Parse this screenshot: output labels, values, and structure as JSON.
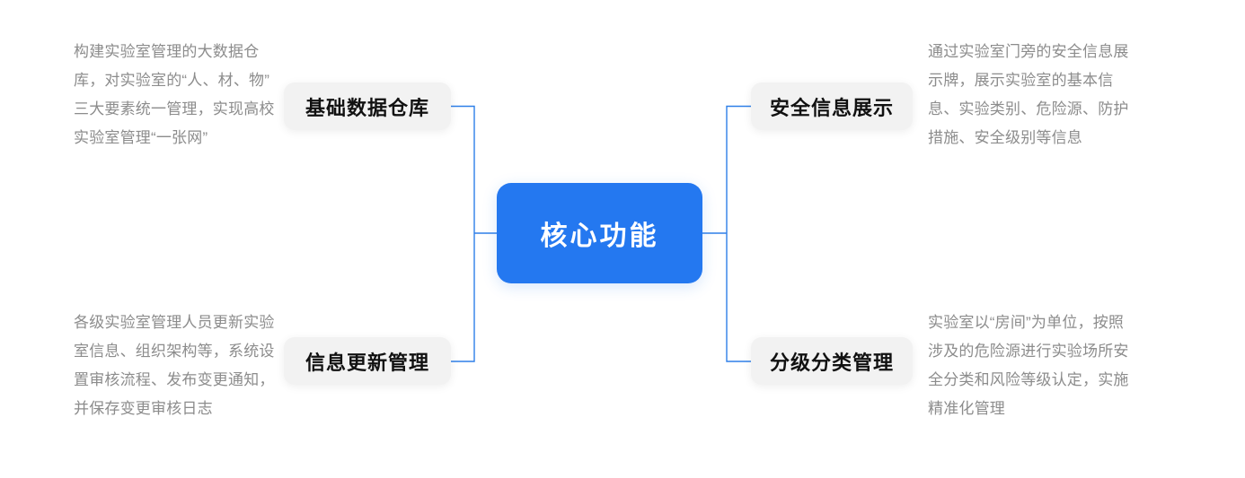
{
  "diagram": {
    "type": "mind-map",
    "center": {
      "label": "核心功能",
      "color": "#2478f0",
      "text_color": "#ffffff"
    },
    "node_style": {
      "fill": "#f2f2f2",
      "text_color": "#111111"
    },
    "connector_color": "#2e7fe8",
    "description_color": "#8c8c8c",
    "branches": [
      {
        "position": "top-left",
        "label": "基础数据仓库",
        "description": "构建实验室管理的大数据仓库，对实验室的“人、材、物”三大要素统一管理，实现高校实验室管理“一张网”"
      },
      {
        "position": "bottom-left",
        "label": "信息更新管理",
        "description": "各级实验室管理人员更新实验室信息、组织架构等，系统设置审核流程、发布变更通知，并保存变更审核日志"
      },
      {
        "position": "top-right",
        "label": "安全信息展示",
        "description": "通过实验室门旁的安全信息展示牌，展示实验室的基本信息、实验类别、危险源、防护措施、安全级别等信息"
      },
      {
        "position": "bottom-right",
        "label": "分级分类管理",
        "description": "实验室以“房间”为单位，按照涉及的危险源进行实验场所安全分类和风险等级认定，实施精准化管理"
      }
    ]
  }
}
